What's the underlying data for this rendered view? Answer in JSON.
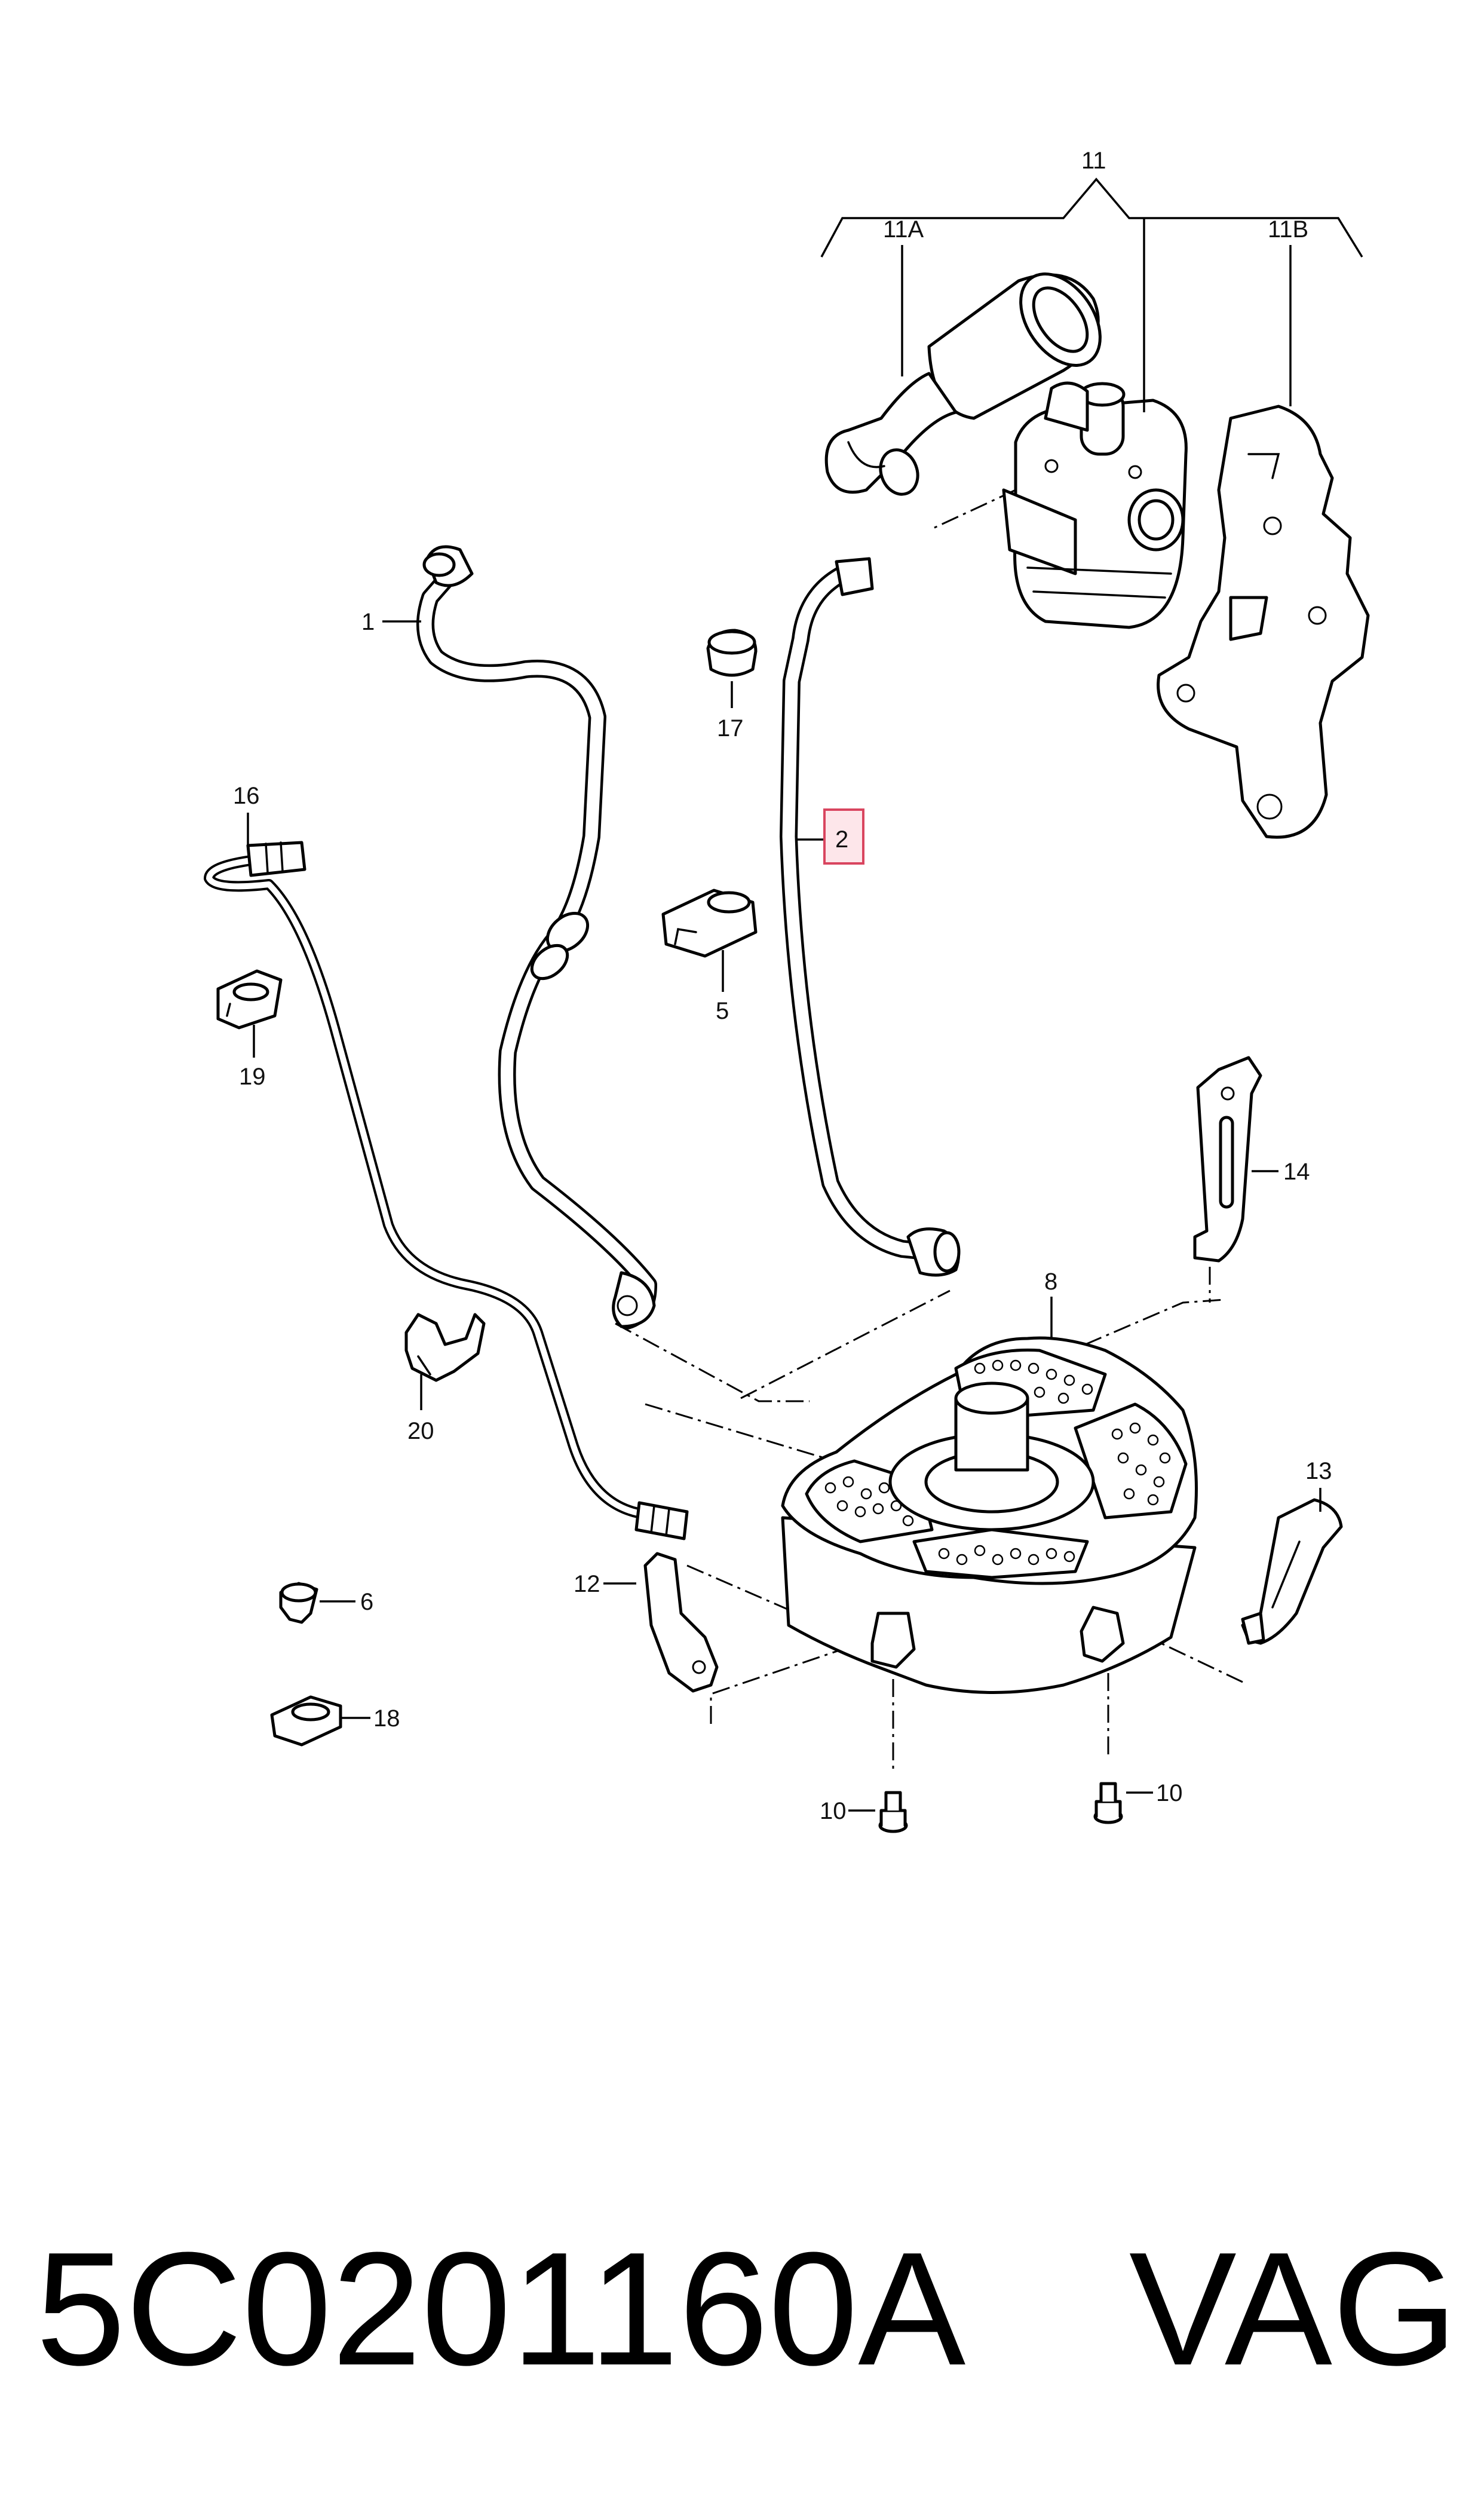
{
  "diagram": {
    "callouts": {
      "c1": "1",
      "c2": "2",
      "c5": "5",
      "c6": "6",
      "c8": "8",
      "c10a": "10",
      "c10b": "10",
      "c11": "11",
      "c11a": "11A",
      "c11b": "11B",
      "c12": "12",
      "c13": "13",
      "c14": "14",
      "c16": "16",
      "c17": "17",
      "c18": "18",
      "c19": "19",
      "c20": "20"
    },
    "highlighted_callout": "2",
    "highlight_color": "#d9455f"
  },
  "footer": {
    "part_number": "5C0201160A",
    "brand": "VAG"
  }
}
